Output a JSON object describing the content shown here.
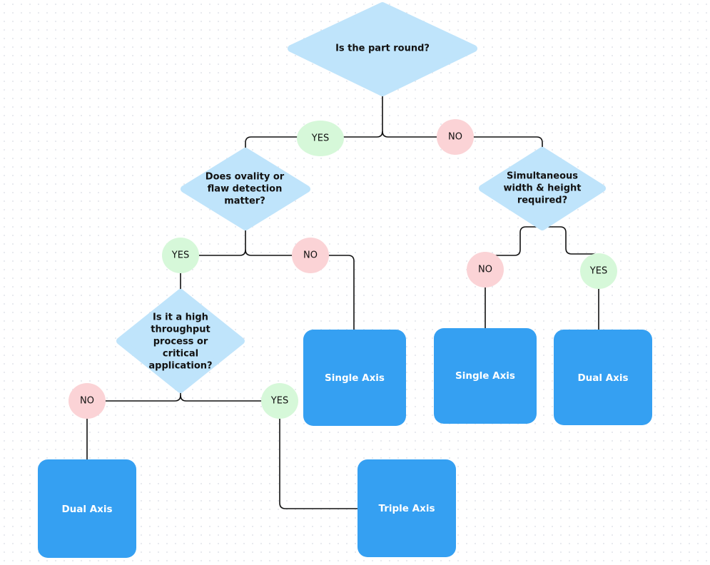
{
  "colors": {
    "decision_fill": "#bfe4fb",
    "outcome_fill": "#35a0f2",
    "yes_badge_fill": "#d6f8d9",
    "no_badge_fill": "#fbd3d6",
    "connector": "#111111"
  },
  "decisions": {
    "round": {
      "lines": [
        "Is the part round?"
      ]
    },
    "ovality": {
      "lines": [
        "Does ovality or",
        "flaw detection",
        "matter?"
      ]
    },
    "simultaneous": {
      "lines": [
        "Simultaneous",
        "width & height",
        "required?"
      ]
    },
    "throughput": {
      "lines": [
        "Is it a high",
        "throughput",
        "process or",
        "critical",
        "application?"
      ]
    }
  },
  "badges": {
    "round_yes": "YES",
    "round_no": "NO",
    "ovality_yes": "YES",
    "ovality_no": "NO",
    "simultaneous_no": "NO",
    "simultaneous_yes": "YES",
    "throughput_no": "NO",
    "throughput_yes": "YES"
  },
  "outcomes": {
    "single_axis_left": "Single Axis",
    "single_axis_right": "Single Axis",
    "dual_axis_right": "Dual Axis",
    "dual_axis_bottom": "Dual Axis",
    "triple_axis": "Triple Axis"
  }
}
